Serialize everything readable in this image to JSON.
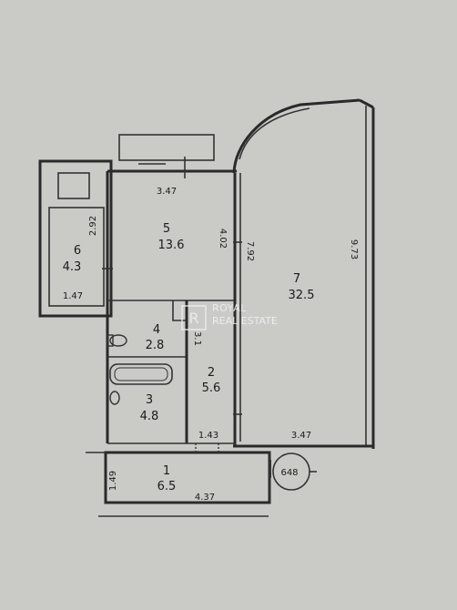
{
  "rooms": [
    {
      "id": "1",
      "area": "6.5"
    },
    {
      "id": "2",
      "area": "5.6"
    },
    {
      "id": "3",
      "area": "4.8"
    },
    {
      "id": "4",
      "area": "2.8"
    },
    {
      "id": "5",
      "area": "13.6"
    },
    {
      "id": "6",
      "area": "4.3"
    },
    {
      "id": "7",
      "area": "32.5"
    }
  ],
  "dimensions": {
    "d_347_top": "3.47",
    "d_292": "2.92",
    "d_402": "4.02",
    "d_792": "7.92",
    "d_973": "9.73",
    "d_147": "1.47",
    "d_31": "3.1",
    "d_143": "1.43",
    "d_347_bottom": "3.47",
    "d_149": "1.49",
    "d_437": "4.37"
  },
  "circle_label": "648",
  "watermark": {
    "line1": "ROYAL",
    "line2": "REAL ESTATE",
    "logo_letter": "R"
  }
}
